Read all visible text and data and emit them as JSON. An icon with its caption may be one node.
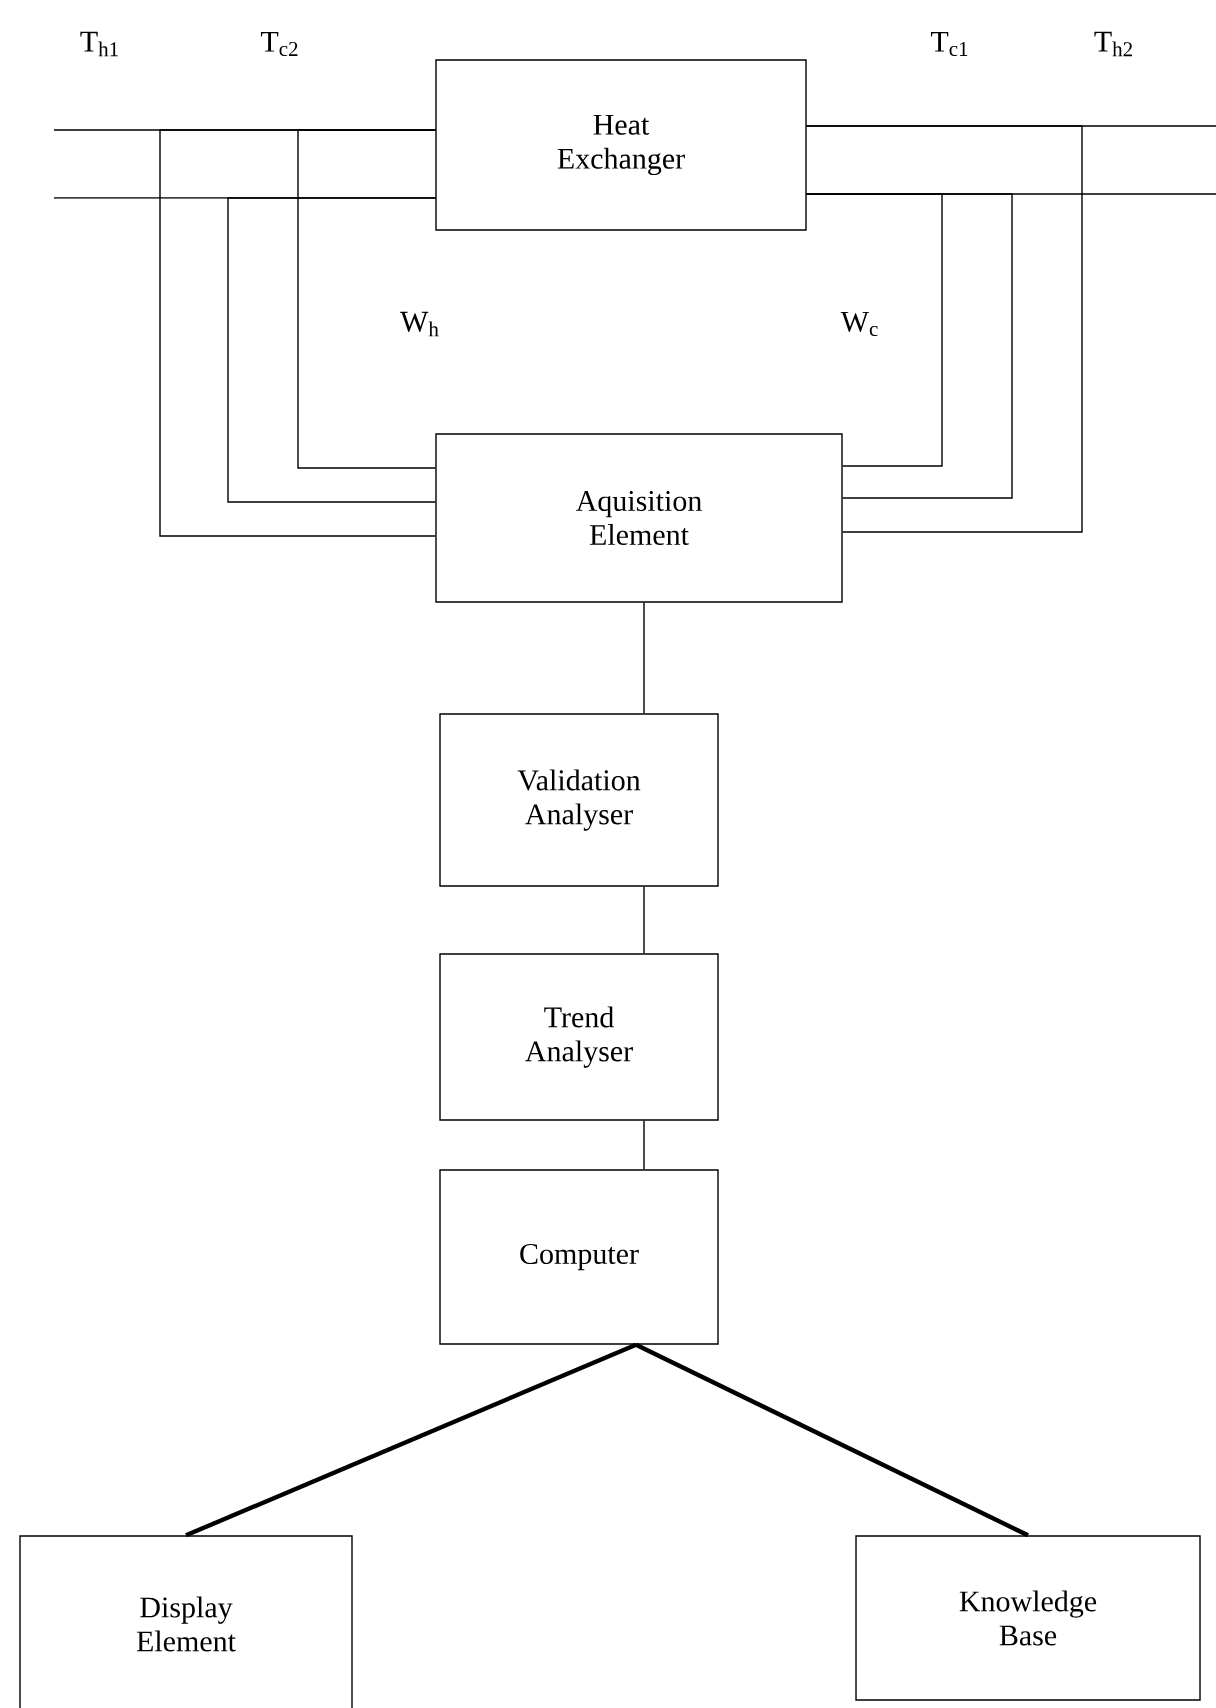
{
  "diagram": {
    "nodes": [
      {
        "text": [
          "Heat Exchanger"
        ]
      },
      {
        "text": [
          "Aquisition Element"
        ]
      },
      {
        "text": [
          "Validation Analyser"
        ]
      },
      {
        "text": [
          "Trend Analyser"
        ]
      },
      {
        "text": [
          "Computer"
        ]
      },
      {
        "text": [
          "Display Element"
        ]
      },
      {
        "text": [
          "Knowledge Base"
        ]
      }
    ],
    "edges": [
      {
        "from": 0,
        "to": 1,
        "arrow": "none"
      },
      {
        "from": 0,
        "to": 1,
        "arrow": "none"
      },
      {
        "from": 0,
        "to": 1,
        "arrow": "none"
      },
      {
        "from": 0,
        "to": 1,
        "arrow": "none"
      },
      {
        "from": 0,
        "to": 1,
        "arrow": "none"
      },
      {
        "from": 0,
        "to": 1,
        "arrow": "none"
      },
      {
        "from": 1,
        "to": 2,
        "arrow": "none"
      },
      {
        "from": 2,
        "to": 3,
        "arrow": "none"
      },
      {
        "from": 3,
        "to": 4,
        "arrow": "none"
      },
      {
        "from": 4,
        "to": 5,
        "arrow": "none",
        "style": "thick"
      },
      {
        "from": 4,
        "to": 6,
        "arrow": "none",
        "style": "thick"
      }
    ],
    "labels": [
      "T$_{h1}$",
      "T$_{c2}$",
      "T$_{c1}$",
      "T$_{h2}$",
      "W$_{h}$",
      "W$_{c}$"
    ]
  }
}
